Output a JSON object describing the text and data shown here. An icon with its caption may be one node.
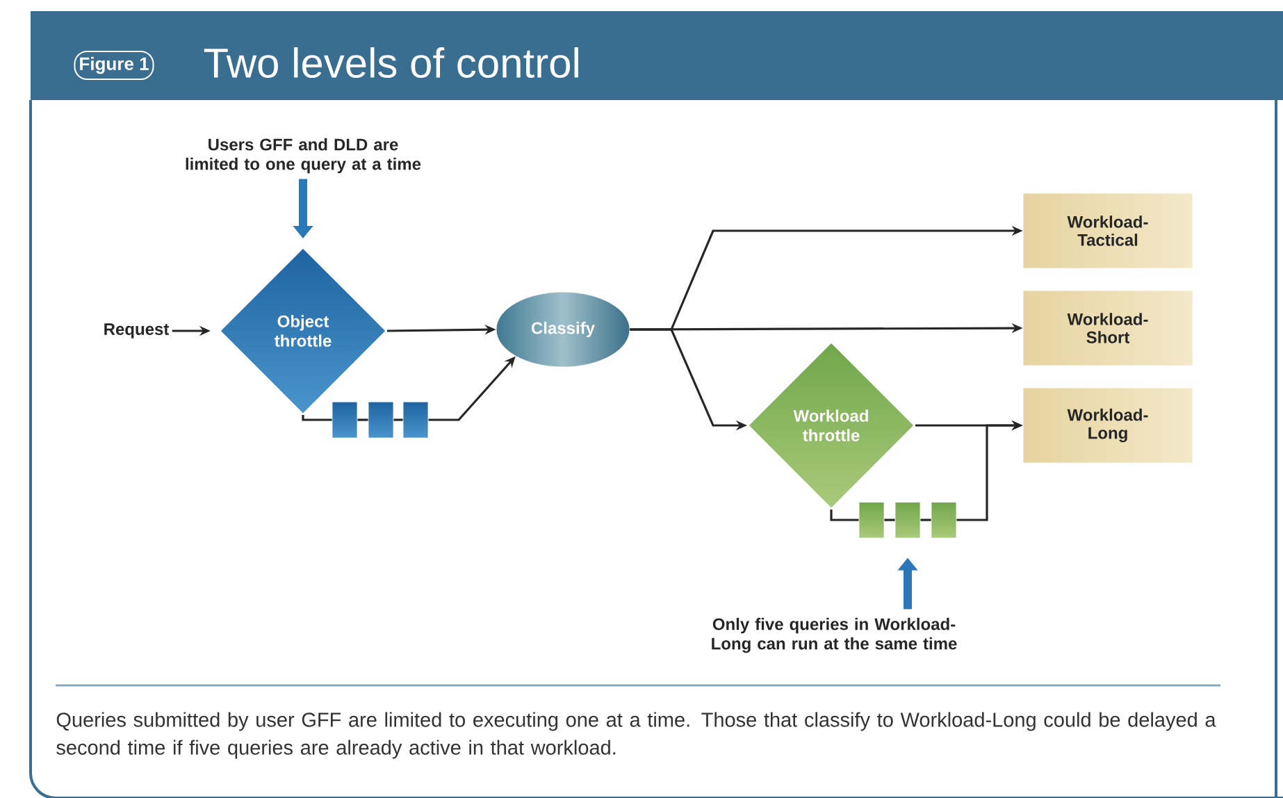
{
  "diagram": {
    "title": "Two levels of control",
    "caption": "Queries submitted by user GFF are limited to executing one at a time. Those that classify to Workload-Long could be delayed a second time if five queries are already active in that workload.",
    "labels": [
      "Figure 1"
    ],
    "nodes": [
      {
        "text": [
          "Request"
        ]
      },
      {
        "text": [
          "Users GFF and DLD are limited to one query at a time"
        ]
      },
      {
        "text": [
          "Object throttle"
        ]
      },
      {
        "text": [
          "Classify"
        ]
      },
      {
        "text": [
          "Workload-Tactical"
        ]
      },
      {
        "text": [
          "Workload-Short"
        ]
      },
      {
        "text": [
          "Workload throttle"
        ]
      },
      {
        "text": [
          "Workload-Long"
        ]
      },
      {
        "text": [
          "Only five queries in Workload-Long can run at the same time"
        ]
      },
      {
        "text": [],
        "shape": "box"
      },
      {
        "text": [],
        "shape": "box"
      },
      {
        "text": [],
        "shape": "box"
      },
      {
        "text": [],
        "shape": "box"
      },
      {
        "text": [],
        "shape": "box"
      },
      {
        "text": [],
        "shape": "box"
      }
    ],
    "edges": [
      {
        "from": 0,
        "to": 2,
        "arrow": "to"
      },
      {
        "from": 1,
        "to": 2,
        "arrow": "to",
        "style": "thick",
        "color": "#2a78b8"
      },
      {
        "from": 2,
        "to": 3,
        "arrow": "to"
      },
      {
        "from": 2,
        "to": 9,
        "arrow": "none"
      },
      {
        "from": 9,
        "to": 10,
        "arrow": "none"
      },
      {
        "from": 10,
        "to": 11,
        "arrow": "none"
      },
      {
        "from": 11,
        "to": 3,
        "arrow": "to"
      },
      {
        "from": 3,
        "to": 4,
        "arrow": "to"
      },
      {
        "from": 3,
        "to": 5,
        "arrow": "to"
      },
      {
        "from": 3,
        "to": 6,
        "arrow": "to"
      },
      {
        "from": 6,
        "to": 7,
        "arrow": "to"
      },
      {
        "from": 6,
        "to": 12,
        "arrow": "none"
      },
      {
        "from": 12,
        "to": 13,
        "arrow": "none"
      },
      {
        "from": 13,
        "to": 14,
        "arrow": "none"
      },
      {
        "from": 14,
        "to": 7,
        "arrow": "to"
      },
      {
        "from": 8,
        "to": 13,
        "arrow": "to",
        "style": "thick",
        "color": "#2a78b8"
      }
    ]
  }
}
